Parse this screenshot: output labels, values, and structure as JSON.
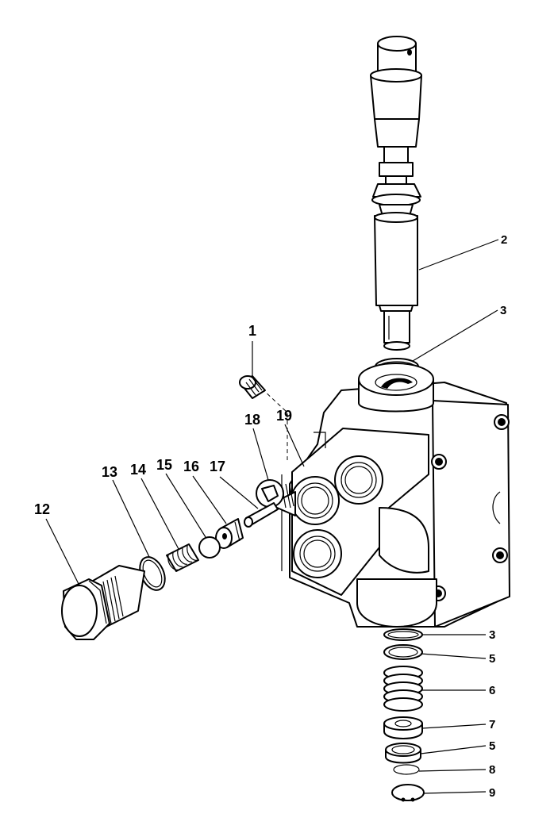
{
  "callouts": {
    "c1": "1",
    "c2": "2",
    "c3a": "3",
    "c3b": "3",
    "c5a": "5",
    "c5b": "5",
    "c6": "6",
    "c7": "7",
    "c8": "8",
    "c9": "9",
    "c12": "12",
    "c13": "13",
    "c14": "14",
    "c15": "15",
    "c16": "16",
    "c17": "17",
    "c18": "18",
    "c19": "19"
  }
}
